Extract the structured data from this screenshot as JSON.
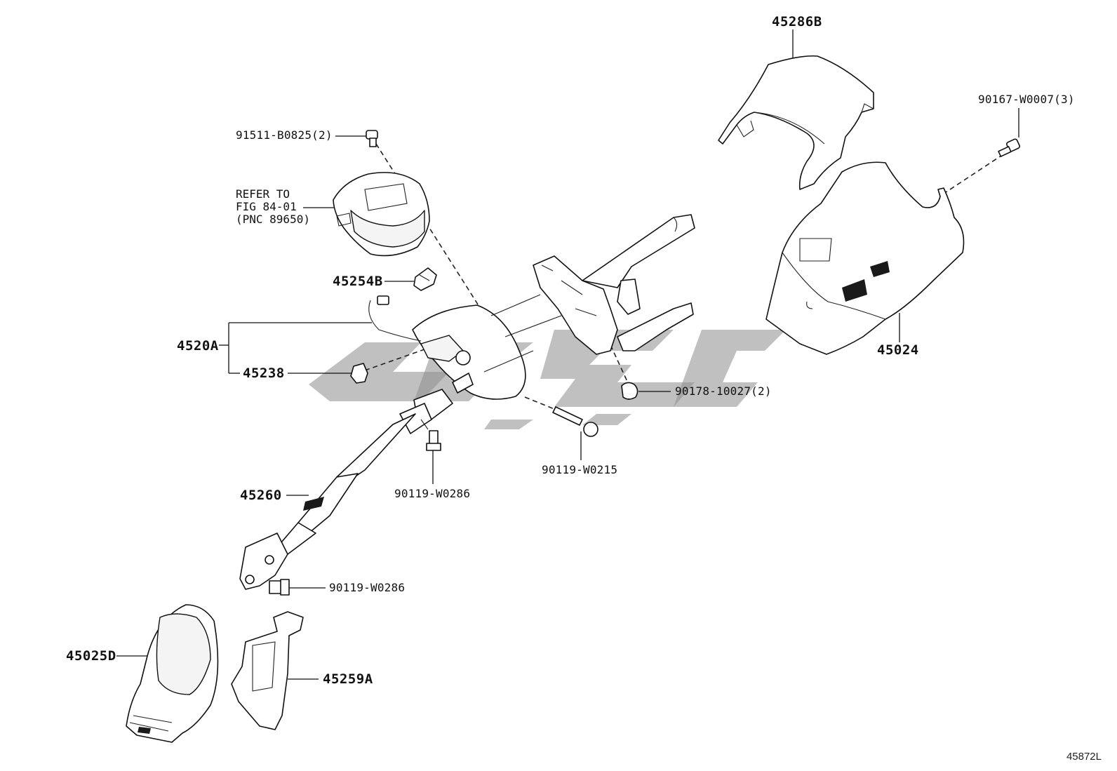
{
  "labels": {
    "p45286B": "45286B",
    "p90167": "90167-W0007(3)",
    "p91511": "91511-B0825(2)",
    "refer1": "REFER TO",
    "refer2": "FIG 84-01",
    "refer3": "(PNC 89650)",
    "p45254B": "45254B",
    "p4520A": "4520A",
    "p45238": "45238",
    "p45024": "45024",
    "p90178": "90178-10027(2)",
    "p90119a": "90119-W0215",
    "p90119b": "90119-W0286",
    "p45260": "45260",
    "p90119c": "90119-W0286",
    "p45025D": "45025D",
    "p45259A": "45259A"
  },
  "figure_code": "45872L",
  "colors": {
    "ink": "#111111",
    "watermark": "#8c8c8c",
    "background": "#ffffff"
  }
}
